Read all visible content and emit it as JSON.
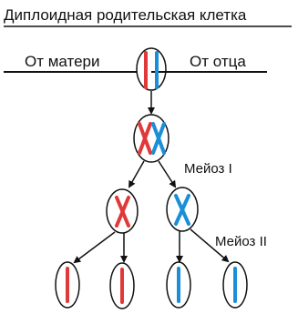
{
  "title": "Диплоидная родительская клетка",
  "labels": {
    "from_mother": "От матери",
    "from_father": "От отца",
    "meiosis_1": "Мейоз I",
    "meiosis_2": "Мейоз II"
  },
  "colors": {
    "maternal": "#e0393a",
    "paternal": "#1a8fd8",
    "outline": "#111111"
  },
  "cells": [
    {
      "id": "parent",
      "stage": "diploid",
      "chromatids": [
        "maternal",
        "paternal"
      ]
    },
    {
      "id": "meiosis1",
      "stage": "after-replication",
      "chromosomes": [
        "maternal-x",
        "paternal-x"
      ]
    },
    {
      "id": "meiosis2-left",
      "stage": "haploid",
      "chromosomes": [
        "maternal-x"
      ]
    },
    {
      "id": "meiosis2-right",
      "stage": "haploid",
      "chromosomes": [
        "paternal-x"
      ]
    },
    {
      "id": "gamete-1",
      "stage": "gamete",
      "chromatids": [
        "maternal"
      ]
    },
    {
      "id": "gamete-2",
      "stage": "gamete",
      "chromatids": [
        "maternal"
      ]
    },
    {
      "id": "gamete-3",
      "stage": "gamete",
      "chromatids": [
        "paternal"
      ]
    },
    {
      "id": "gamete-4",
      "stage": "gamete",
      "chromatids": [
        "paternal"
      ]
    }
  ]
}
